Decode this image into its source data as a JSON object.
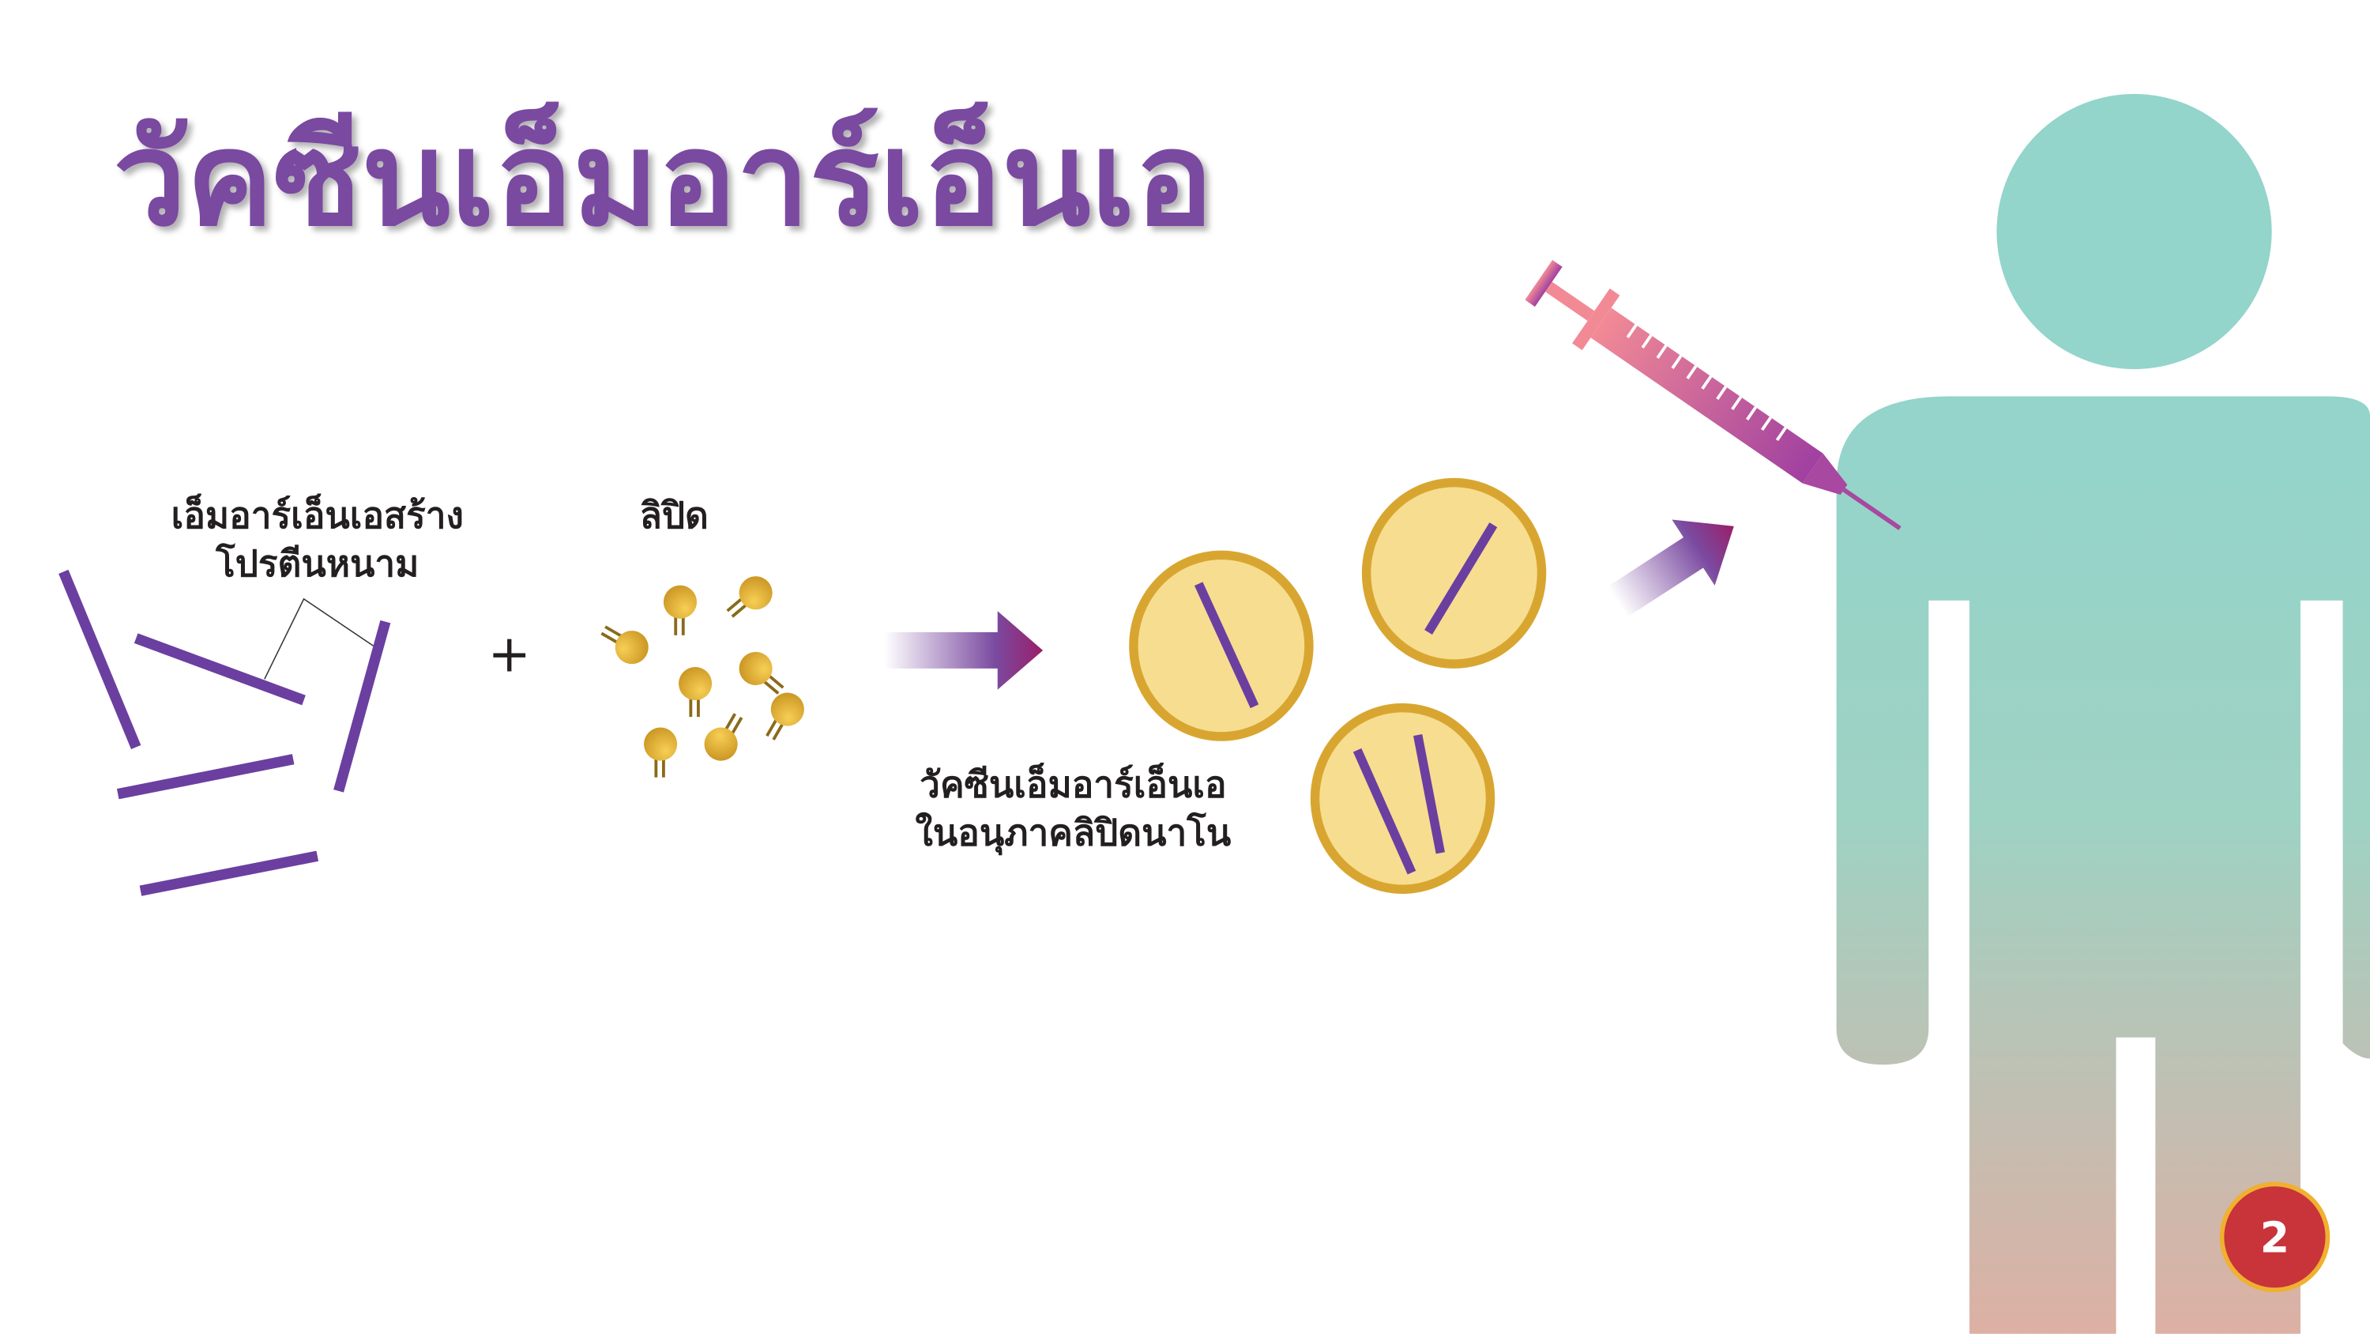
{
  "slide": {
    "title": "วัคซีนเอ็มอาร์เอ็นเอ",
    "page_number": "2"
  },
  "diagram": {
    "mrna_label_line1": "เอ็มอาร์เอ็นเอสร้าง",
    "mrna_label_line2": "โปรตีนหนาม",
    "plus_sign": "+",
    "lipid_label": "ลิปิด",
    "vaccine_label_line1": "วัคซีนเอ็มอาร์เอ็นเอ",
    "vaccine_label_line2": "ในอนุภาคลิปิดนาโน"
  },
  "colors": {
    "purple": "#7a4aa0",
    "strand": "#6b3fa0",
    "gold": "#e0ac2c",
    "lipid_fill": "#f7dd90",
    "teal": "#93d4cb",
    "badge": "#c8343a"
  }
}
